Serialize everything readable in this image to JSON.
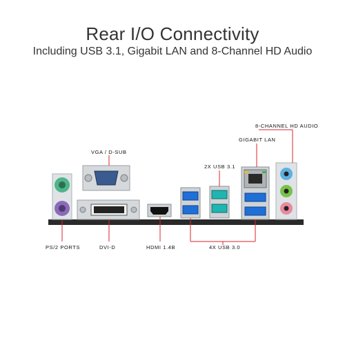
{
  "header": {
    "title": "Rear I/O Connectivity",
    "subtitle": "Including USB 3.1, Gigabit LAN and 8-Channel HD Audio"
  },
  "ports": {
    "audio_label": "8-CHANNEL HD AUDIO",
    "lan_label": "GIGABIT LAN",
    "vga_label": "VGA / D-SUB",
    "usb31_label": "2X USB 3.1",
    "ps2_label": "PS/2 PORTS",
    "dvi_label": "DVI-D",
    "hdmi_label": "HDMI 1.4B",
    "usb30_label": "4X USB 3.0"
  },
  "colors": {
    "callout_line": "#d9262e",
    "usb30_blue": "#1f6fd8",
    "usb31_teal": "#1fb5b0",
    "ps2_green": "#4fb58a",
    "ps2_purple": "#8b6bb8",
    "audio_blue": "#5fb0e0",
    "audio_green": "#79c24a",
    "audio_pink": "#e98aa0"
  }
}
